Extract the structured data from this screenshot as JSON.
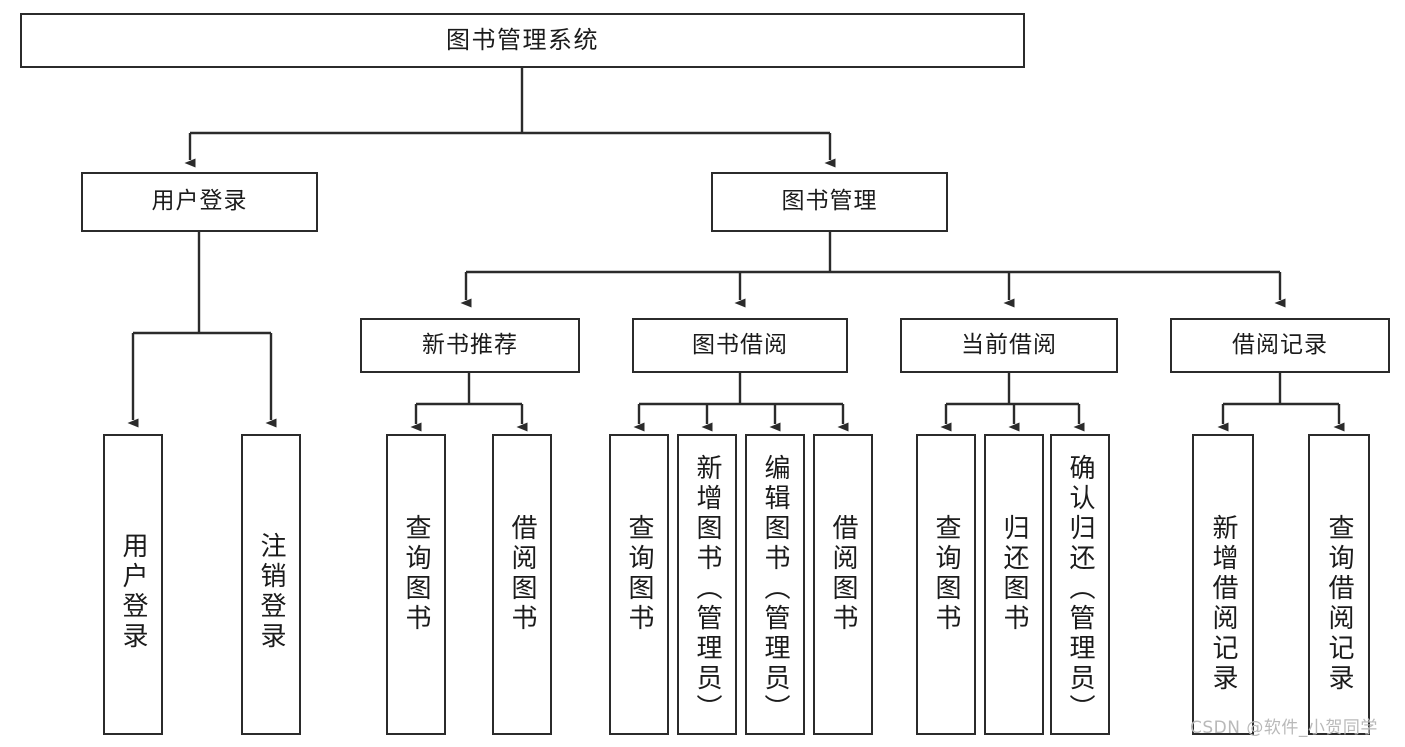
{
  "diagram": {
    "title_node": {
      "label": "图书管理系统"
    },
    "level2": [
      {
        "id": "user-login",
        "label": "用户登录"
      },
      {
        "id": "book-management",
        "label": "图书管理"
      }
    ],
    "level3": [
      {
        "id": "new-book-recommend",
        "label": "新书推荐"
      },
      {
        "id": "book-borrow",
        "label": "图书借阅"
      },
      {
        "id": "current-borrow",
        "label": "当前借阅"
      },
      {
        "id": "borrow-record",
        "label": "借阅记录"
      }
    ],
    "leaves": {
      "user_login": [
        {
          "id": "leaf-user-login",
          "label": "用户登录"
        },
        {
          "id": "leaf-user-logout",
          "label": "注销登录"
        }
      ],
      "new_book_recommend": [
        {
          "id": "leaf-query-book-1",
          "label": "查询图书"
        },
        {
          "id": "leaf-borrow-book-1",
          "label": "借阅图书"
        }
      ],
      "book_borrow": [
        {
          "id": "leaf-query-book-2",
          "label": "查询图书"
        },
        {
          "id": "leaf-add-book",
          "label": "新增图书（管理员）"
        },
        {
          "id": "leaf-edit-book",
          "label": "编辑图书（管理员）"
        },
        {
          "id": "leaf-borrow-book-2",
          "label": "借阅图书"
        }
      ],
      "current_borrow": [
        {
          "id": "leaf-query-book-3",
          "label": "查询图书"
        },
        {
          "id": "leaf-return-book",
          "label": "归还图书"
        },
        {
          "id": "leaf-confirm-return",
          "label": "确认归还（管理员）"
        }
      ],
      "borrow_record": [
        {
          "id": "leaf-add-record",
          "label": "新增借阅记录"
        },
        {
          "id": "leaf-query-record",
          "label": "查询借阅记录"
        }
      ]
    },
    "watermark": {
      "text": "CSDN @软件_小贺同学"
    },
    "colors": {
      "stroke": "#2b2b2b",
      "box_fill": "#ffffff",
      "text": "#1b1b1b",
      "watermark": "#b9b9b9",
      "background": "#ffffff"
    }
  }
}
